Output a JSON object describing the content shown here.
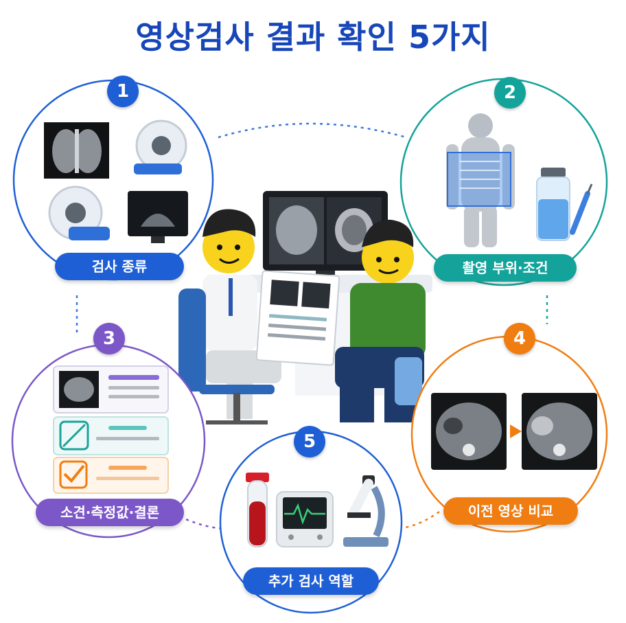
{
  "title": "영상검사 결과 확인 5가지",
  "items": [
    {
      "number": "1",
      "label": "검사 종류",
      "color": "#1e5fd6"
    },
    {
      "number": "2",
      "label": "촬영 부위·조건",
      "color": "#14a39a"
    },
    {
      "number": "3",
      "label": "소견·측정값·결론",
      "color": "#7b57c8"
    },
    {
      "number": "4",
      "label": "이전 영상 비교",
      "color": "#f07d12"
    },
    {
      "number": "5",
      "label": "추가 검사 역할",
      "color": "#1e5fd6"
    }
  ]
}
